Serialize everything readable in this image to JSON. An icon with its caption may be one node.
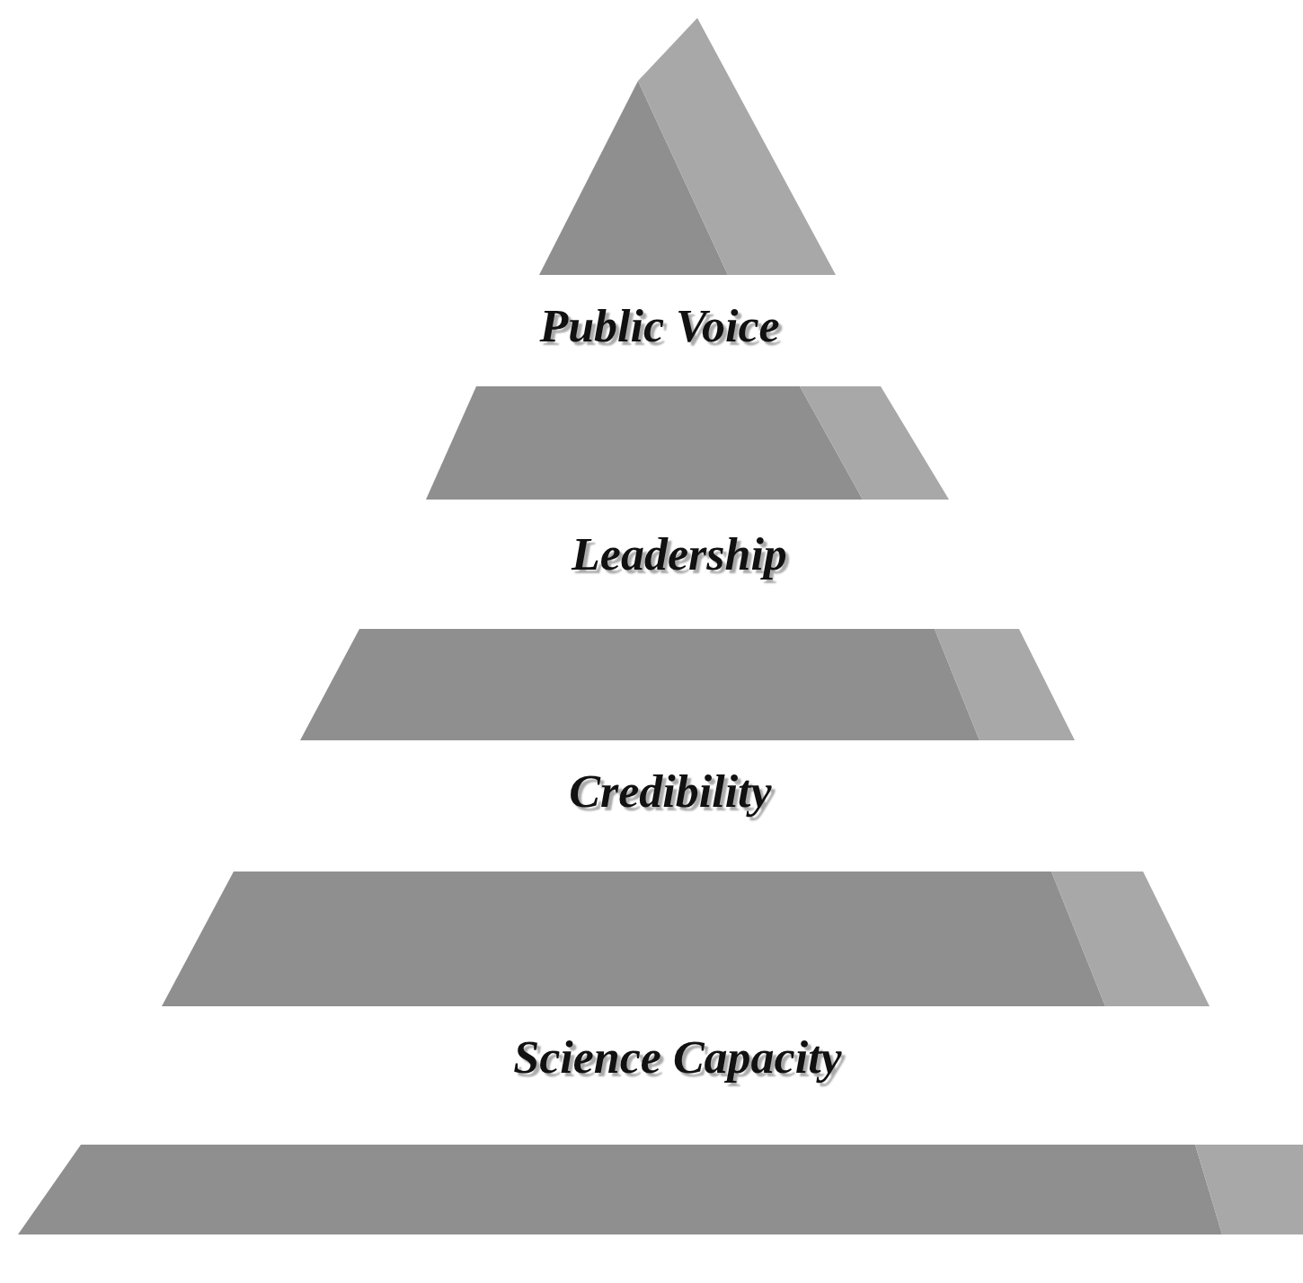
{
  "diagram": {
    "labels": [
      "Public Voice",
      "Leadership",
      "Credibility",
      "Science Capacity"
    ]
  }
}
